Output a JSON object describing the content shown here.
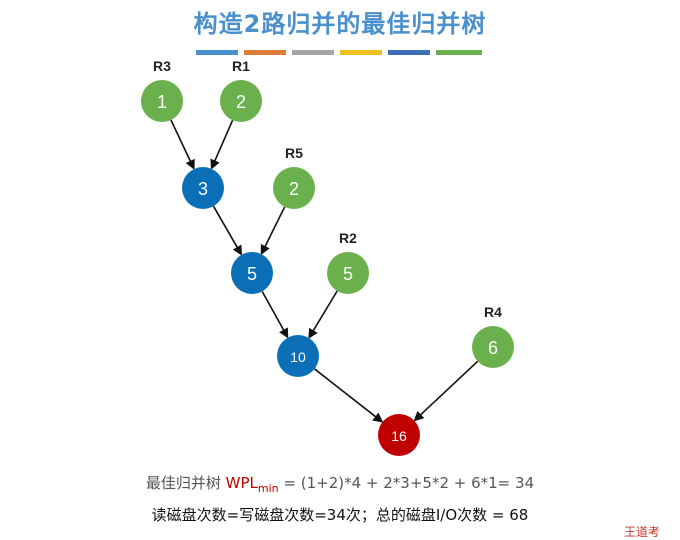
{
  "slide": {
    "title": "构造2路归并的最佳归并树",
    "accent_bars": [
      "#4a90cc",
      "#e07b39",
      "#a5a5a5",
      "#f0c020",
      "#3d6fb8",
      "#6ab04c"
    ],
    "formula_prefix": "最佳归并树 ",
    "formula_wpl": "WPL",
    "formula_sub": "min",
    "formula_rest": " = (1+2)*4 + 2*3+5*2 + 6*1= 34",
    "io_line": "读磁盘次数=写磁盘次数=34次；总的磁盘I/O次数 = 68",
    "corner_mark": "王道考"
  },
  "colors": {
    "leaf": "#6ab04c",
    "internal": "#0b6fb8",
    "root": "#c00000"
  },
  "tree": {
    "nodes": [
      {
        "id": "n1",
        "value": "1",
        "kind": "leaf",
        "run": "R3"
      },
      {
        "id": "n2",
        "value": "2",
        "kind": "leaf",
        "run": "R1"
      },
      {
        "id": "n3",
        "value": "3",
        "kind": "internal",
        "run": ""
      },
      {
        "id": "n4",
        "value": "2",
        "kind": "leaf",
        "run": "R5"
      },
      {
        "id": "n5",
        "value": "5",
        "kind": "internal",
        "run": ""
      },
      {
        "id": "n6",
        "value": "5",
        "kind": "leaf",
        "run": "R2"
      },
      {
        "id": "n7",
        "value": "10",
        "kind": "internal",
        "run": ""
      },
      {
        "id": "n8",
        "value": "6",
        "kind": "leaf",
        "run": "R4"
      },
      {
        "id": "n9",
        "value": "16",
        "kind": "root",
        "run": ""
      }
    ],
    "edges": [
      [
        "n1",
        "n3"
      ],
      [
        "n2",
        "n3"
      ],
      [
        "n3",
        "n5"
      ],
      [
        "n4",
        "n5"
      ],
      [
        "n5",
        "n7"
      ],
      [
        "n6",
        "n7"
      ],
      [
        "n7",
        "n9"
      ],
      [
        "n8",
        "n9"
      ]
    ]
  }
}
